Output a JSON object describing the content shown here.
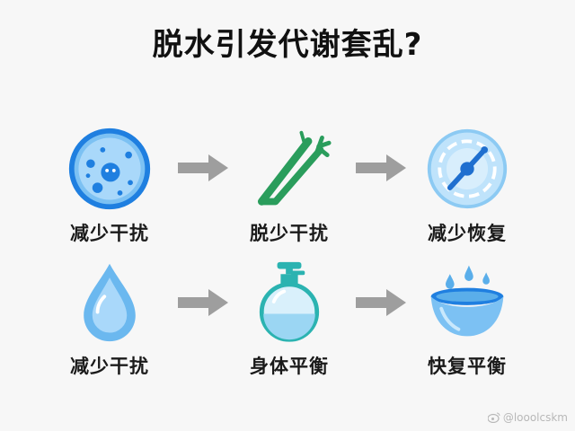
{
  "title": "脱水引发代谢套乱?",
  "rows": [
    [
      {
        "label": "减少干扰",
        "icon": "cell-icon"
      },
      {
        "label": "脱少干扰",
        "icon": "plant-stem-icon"
      },
      {
        "label": "减少恢复",
        "icon": "compass-disc-icon"
      }
    ],
    [
      {
        "label": "减少干扰",
        "icon": "water-drop-icon"
      },
      {
        "label": "身体平衡",
        "icon": "flask-valve-icon"
      },
      {
        "label": "快复平衡",
        "icon": "water-bowl-icon"
      }
    ]
  ],
  "arrows": [
    "arrow-right-icon",
    "arrow-right-icon",
    "arrow-right-icon",
    "arrow-right-icon"
  ],
  "watermark": "@looolcskm",
  "colors": {
    "blue": "#2f8be6",
    "light_blue": "#8fcaf5",
    "green": "#2a9d5c",
    "teal": "#2bb3b1",
    "arrow_gray": "#9e9e9e"
  }
}
